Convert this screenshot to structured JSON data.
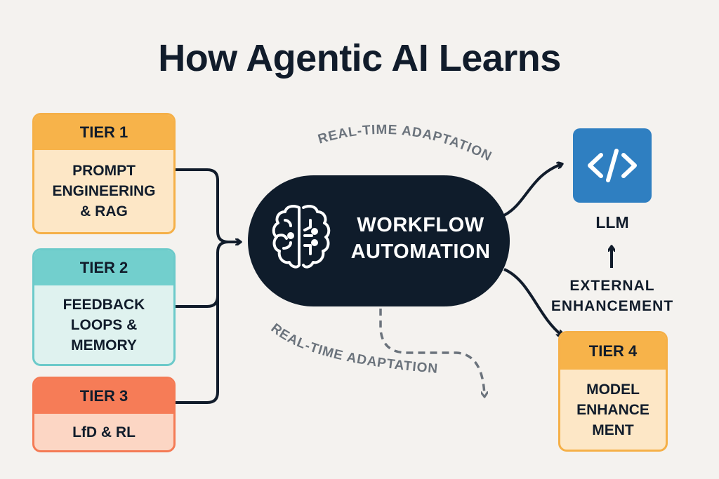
{
  "title": "How Agentic AI Learns",
  "tiers": [
    {
      "header": "TIER 1",
      "lines": [
        "PROMPT",
        "ENGINEERING",
        "& RAG"
      ],
      "color": "#f7b34a"
    },
    {
      "header": "TIER 2",
      "lines": [
        "FEEDBACK",
        "LOOPS &",
        "MEMORY"
      ],
      "color": "#72cfcd"
    },
    {
      "header": "TIER 3",
      "lines": [
        "LfD & RL"
      ],
      "color": "#f67c57"
    },
    {
      "header": "TIER 4",
      "lines": [
        "MODEL",
        "ENHANCE",
        "MENT"
      ],
      "color": "#f7b34a"
    }
  ],
  "center": {
    "lines": [
      "WORKFLOW",
      "AUTOMATION"
    ],
    "icon": "brain-circuit-icon",
    "color": "#0f1c2b"
  },
  "llm": {
    "label": "LLM",
    "icon": "code-icon",
    "color": "#2f7fc1"
  },
  "external": {
    "lines": [
      "EXTERNAL",
      "ENHANCEMENT"
    ]
  },
  "annotations": {
    "top_arc": "REAL-TIME ADAPTATION",
    "bottom_arc": "REAL-TIME ADAPTATION"
  }
}
